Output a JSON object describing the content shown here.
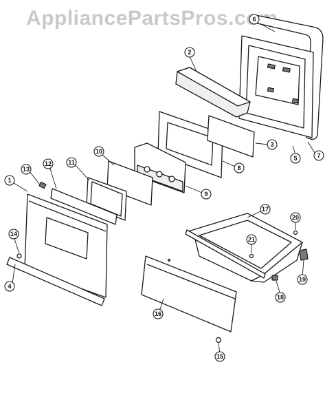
{
  "watermark": "AppliancePartsPros.com",
  "callouts": [
    "1",
    "2",
    "3",
    "4",
    "5",
    "6",
    "7",
    "8",
    "9",
    "10",
    "11",
    "12",
    "13",
    "14",
    "15",
    "16",
    "17",
    "18",
    "19",
    "20",
    "21"
  ]
}
